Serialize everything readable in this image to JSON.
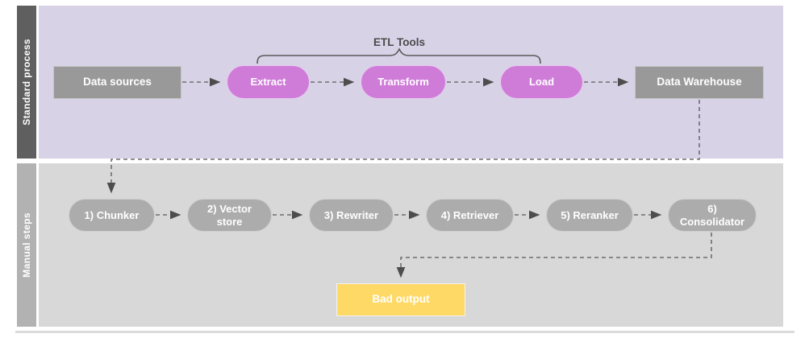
{
  "lanes": {
    "standard": {
      "label": "Standard process"
    },
    "manual": {
      "label": "Manual steps"
    }
  },
  "etl_group": {
    "label": "ETL Tools"
  },
  "standard_nodes": [
    {
      "id": "data-sources",
      "label": "Data sources",
      "shape": "rect"
    },
    {
      "id": "extract",
      "label": "Extract",
      "shape": "pill"
    },
    {
      "id": "transform",
      "label": "Transform",
      "shape": "pill"
    },
    {
      "id": "load",
      "label": "Load",
      "shape": "pill"
    },
    {
      "id": "data-warehouse",
      "label": "Data Warehouse",
      "shape": "rect"
    }
  ],
  "manual_nodes": [
    {
      "id": "chunker",
      "label": "1) Chunker"
    },
    {
      "id": "vector-store",
      "label": "2) Vector store"
    },
    {
      "id": "rewriter",
      "label": "3) Rewriter"
    },
    {
      "id": "retriever",
      "label": "4) Retriever"
    },
    {
      "id": "reranker",
      "label": "5) Reranker"
    },
    {
      "id": "consolidator",
      "label": "6) Consolidator"
    }
  ],
  "output_node": {
    "label": "Bad output"
  },
  "colors": {
    "standard_lane_header": "#5F5F5F",
    "standard_lane_body": "#D8D2E7",
    "manual_lane_header": "#B2B2B2",
    "manual_lane_body": "#D8D8D8",
    "gray_process_box": "#999999",
    "etl_pill": "#CF7CD9",
    "manual_pill": "#ACACAC",
    "bad_output_box": "#FFD966",
    "connector": "#6E6E6E",
    "arrowhead": "#4D4D4D",
    "node_text": "#FFFFFF",
    "etl_label_text": "#4A4A4A"
  }
}
